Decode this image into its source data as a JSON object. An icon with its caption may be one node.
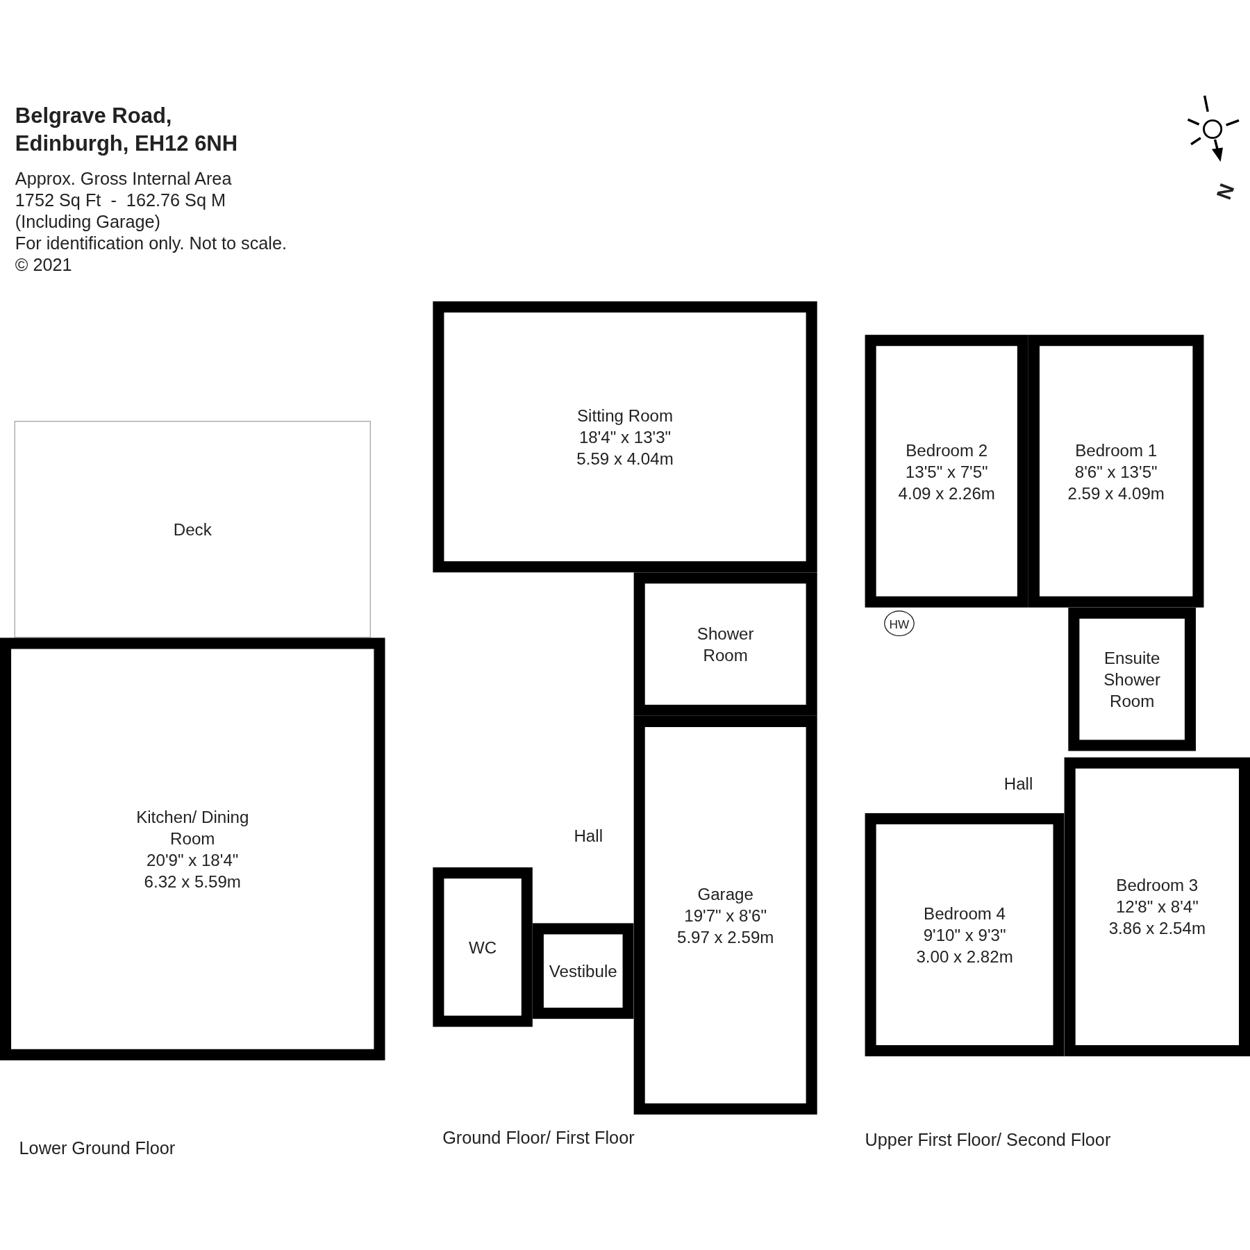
{
  "diagram": {
    "title": "Belgrave Road, Edinburgh, EH12 6NH",
    "nodes": [
      {
        "text": [
          "Lower Ground Floor"
        ]
      },
      {
        "text": [
          "Deck"
        ],
        "in": 0
      },
      {
        "text": [
          "Kitchen/ Dining Room",
          "20'9\" x 18'4\"",
          "6.32 x 5.59m"
        ],
        "in": 0
      },
      {
        "text": [
          "Ground Floor/ First Floor"
        ]
      },
      {
        "text": [
          "Sitting Room",
          "18'4\" x 13'3\"",
          "5.59 x 4.04m"
        ],
        "in": 3
      },
      {
        "text": [
          "Shower Room"
        ],
        "in": 3
      },
      {
        "text": [
          "Hall"
        ],
        "in": 3
      },
      {
        "text": [
          "WC"
        ],
        "in": 3
      },
      {
        "text": [
          "Vestibule"
        ],
        "in": 3
      },
      {
        "text": [
          "Garage",
          "19'7\" x 8'6\"",
          "5.97 x 2.59m"
        ],
        "in": 3
      },
      {
        "text": [
          "Upper First Floor/ Second Floor"
        ]
      },
      {
        "text": [
          "Bedroom 2",
          "13'5\" x 7'5\"",
          "4.09 x 2.26m"
        ],
        "in": 10
      },
      {
        "text": [
          "Bedroom 1",
          "8'6\" x 13'5\"",
          "2.59 x 4.09m"
        ],
        "in": 10
      },
      {
        "text": [
          "HW"
        ],
        "in": 10
      },
      {
        "text": [
          "Ensuite Shower Room"
        ],
        "in": 10
      },
      {
        "text": [
          "Hall"
        ],
        "in": 10
      },
      {
        "text": [
          "Bedroom 4",
          "9'10\" x 9'3\"",
          "3.00 x 2.82m"
        ],
        "in": 10
      },
      {
        "text": [
          "Bedroom 3",
          "12'8\" x 8'4\"",
          "3.86 x 2.54m"
        ],
        "in": 10
      }
    ],
    "labels": [
      "Approx. Gross Internal Area",
      "1752 Sq Ft  -  162.76 Sq M",
      "(Including Garage)",
      "For identification only. Not to scale.",
      "© 2021",
      "N"
    ]
  }
}
